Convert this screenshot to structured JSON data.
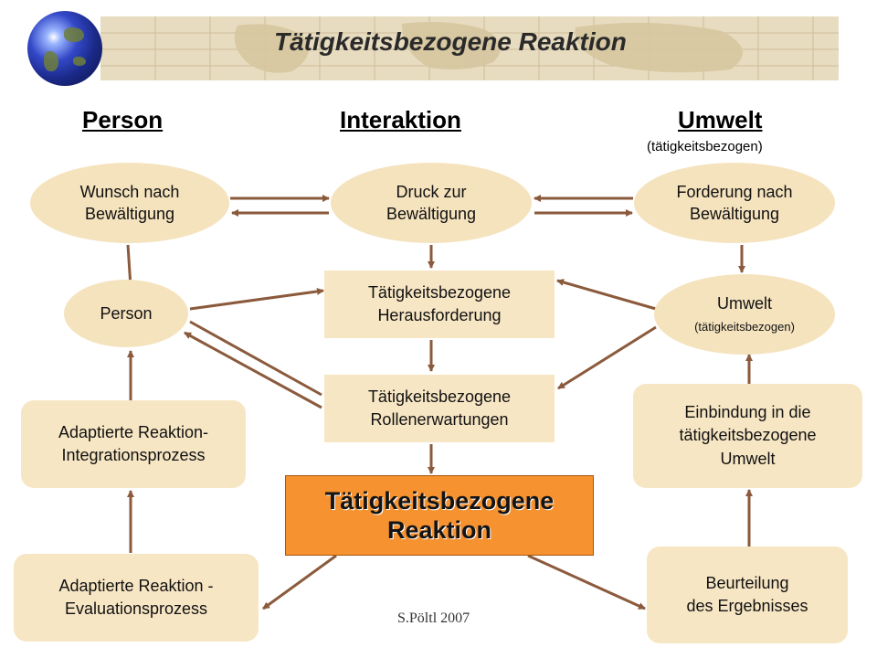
{
  "title": "Tätigkeitsbezogene Reaktion",
  "columns": {
    "person": "Person",
    "interaktion": "Interaktion",
    "umwelt": "Umwelt",
    "umwelt_sub": "(tätigkeitsbezogen)"
  },
  "nodes": {
    "wunsch": [
      "Wunsch nach",
      "Bewältigung"
    ],
    "druck": [
      "Druck zur",
      "Bewältigung"
    ],
    "forderung": [
      "Forderung nach",
      "Bewältigung"
    ],
    "person": "Person",
    "herausforderung": [
      "Tätigkeitsbezogene",
      "Herausforderung"
    ],
    "umwelt": [
      "Umwelt",
      "(tätigkeitsbezogen)"
    ],
    "rollen": [
      "Tätigkeitsbezogene",
      "Rollenerwartungen"
    ],
    "integration": [
      "Adaptierte Reaktion-",
      "Integrationsprozess"
    ],
    "einbindung": [
      "Einbindung in die",
      "tätigkeitsbezogene",
      "Umwelt"
    ],
    "reaktion": [
      "Tätigkeitsbezogene",
      "Reaktion"
    ],
    "evaluation": [
      "Adaptierte Reaktion -",
      "Evaluationsprozess"
    ],
    "beurteilung": [
      "Beurteilung",
      "des Ergebnisses"
    ]
  },
  "credit": "S.Pöltl 2007",
  "colors": {
    "arrow": "#8b5a3c",
    "node_fill": "#f5e3be",
    "highlight": "#f6922f"
  }
}
